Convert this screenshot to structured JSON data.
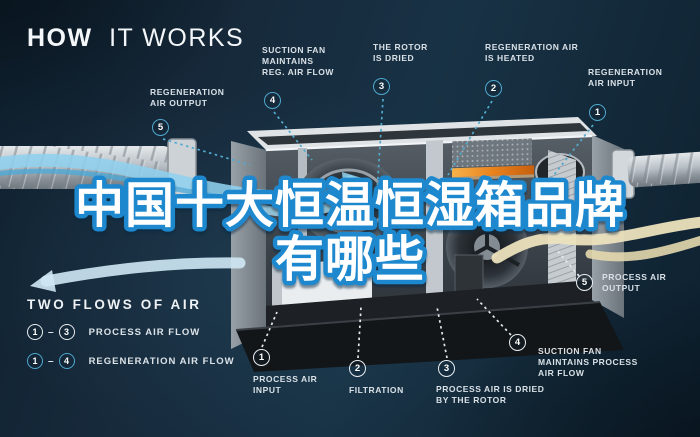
{
  "title": {
    "bold": "HOW",
    "light": "IT WORKS"
  },
  "overlay": {
    "line1": "中国十大恒温恒湿箱品牌",
    "line2": "有哪些",
    "fill_color": "#FFFFFF",
    "stroke_color": "#1E88CF"
  },
  "colors": {
    "background": "#16293A",
    "regeneration_accent": "#4FA8CE",
    "process_accent": "#E9EEF2",
    "heater_orange": "#E8821E",
    "flow_cyan": "#8FD0EE",
    "flow_cream": "#ECE2BD"
  },
  "regeneration_callouts": [
    {
      "num": "1",
      "label": "REGENERATION\nAIR INPUT"
    },
    {
      "num": "2",
      "label": "REGENERATION AIR\nIS HEATED"
    },
    {
      "num": "3",
      "label": "THE ROTOR\nIS DRIED"
    },
    {
      "num": "4",
      "label": "SUCTION FAN\nMAINTAINS\nREG. AIR FLOW"
    },
    {
      "num": "5",
      "label": "REGENERATION\nAIR OUTPUT"
    }
  ],
  "process_callouts": [
    {
      "num": "1",
      "label": "PROCESS AIR\nINPUT"
    },
    {
      "num": "2",
      "label": "FILTRATION"
    },
    {
      "num": "3",
      "label": "PROCESS AIR IS DRIED\nBY THE ROTOR"
    },
    {
      "num": "4",
      "label": "SUCTION FAN\nMAINTAINS PROCESS\nAIR FLOW"
    },
    {
      "num": "5",
      "label": "PROCESS AIR\nOUTPUT"
    }
  ],
  "legend": {
    "heading": "TWO FLOWS OF AIR",
    "rows": [
      {
        "from": "1",
        "dash": "–",
        "to": "3",
        "label": "PROCESS AIR FLOW",
        "style": "process"
      },
      {
        "from": "1",
        "dash": "–",
        "to": "4",
        "label": "REGENERATION AIR FLOW",
        "style": "regeneration"
      }
    ]
  }
}
